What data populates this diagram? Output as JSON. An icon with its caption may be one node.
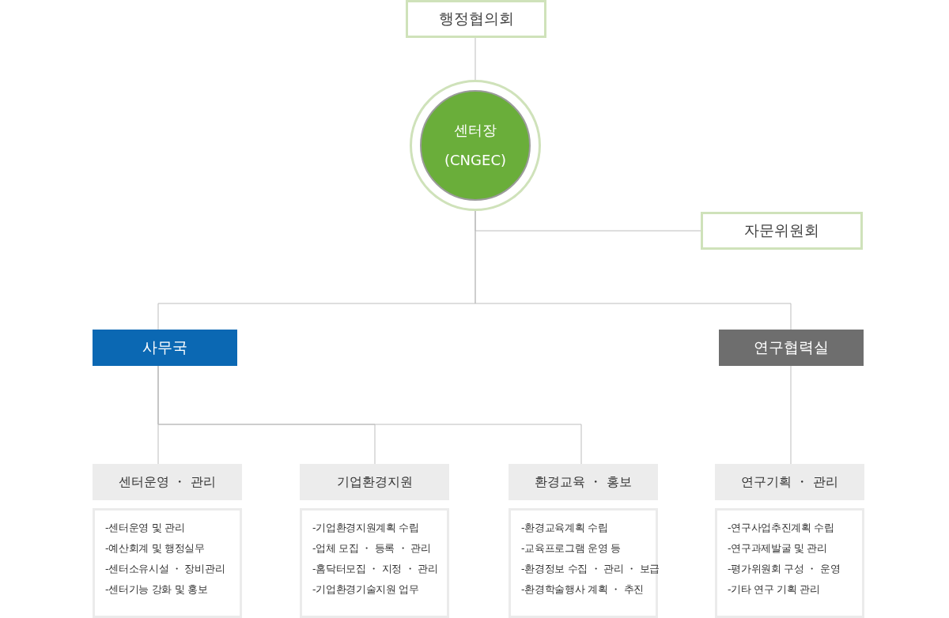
{
  "diagram": {
    "nodes": [
      {
        "text": [
          "행정협의회"
        ]
      },
      {
        "text": [
          "센터장 (CNGEC)"
        ]
      },
      {
        "text": [
          "자문위원회"
        ]
      },
      {
        "text": [
          "사무국"
        ]
      },
      {
        "text": [
          "연구협력실"
        ]
      },
      {
        "text": [
          "센터운영 ・ 관리"
        ]
      },
      {
        "text": [
          "-센터운영 및 관리",
          "-예산회계 및 행정실무",
          "-센터소유시설 ・ 장비관리",
          "-센터기능 강화 및 홍보"
        ]
      },
      {
        "text": [
          "기업환경지원"
        ]
      },
      {
        "text": [
          "-기업환경지원계획 수립",
          "-업체 모집 ・ 등록 ・ 관리",
          "-홈닥터모집 ・ 지정 ・ 관리",
          "-기업환경기술지원 업무"
        ]
      },
      {
        "text": [
          "환경교육 ・ 홍보"
        ]
      },
      {
        "text": [
          "-환경교육계획 수립",
          "-교육프로그램 운영 등",
          "-환경정보 수집 ・ 관리 ・ 보급",
          "-환경학술행사 계획 ・ 추진"
        ]
      },
      {
        "text": [
          "연구기획 ・ 관리"
        ]
      },
      {
        "text": [
          "-연구사업추진계획 수립",
          "-연구과제발굴 및 관리",
          "-평가위원회 구성 ・ 운영",
          "-기타 연구 기획 관리"
        ]
      }
    ],
    "edges": [
      {
        "from": 0,
        "to": 1,
        "arrow": "none"
      },
      {
        "from": 1,
        "to": 2,
        "arrow": "none"
      },
      {
        "from": 1,
        "to": 3,
        "arrow": "none"
      },
      {
        "from": 1,
        "to": 4,
        "arrow": "none"
      },
      {
        "from": 3,
        "to": 5,
        "arrow": "none"
      },
      {
        "from": 3,
        "to": 7,
        "arrow": "none"
      },
      {
        "from": 3,
        "to": 9,
        "arrow": "none"
      },
      {
        "from": 4,
        "to": 11,
        "arrow": "none"
      }
    ]
  }
}
